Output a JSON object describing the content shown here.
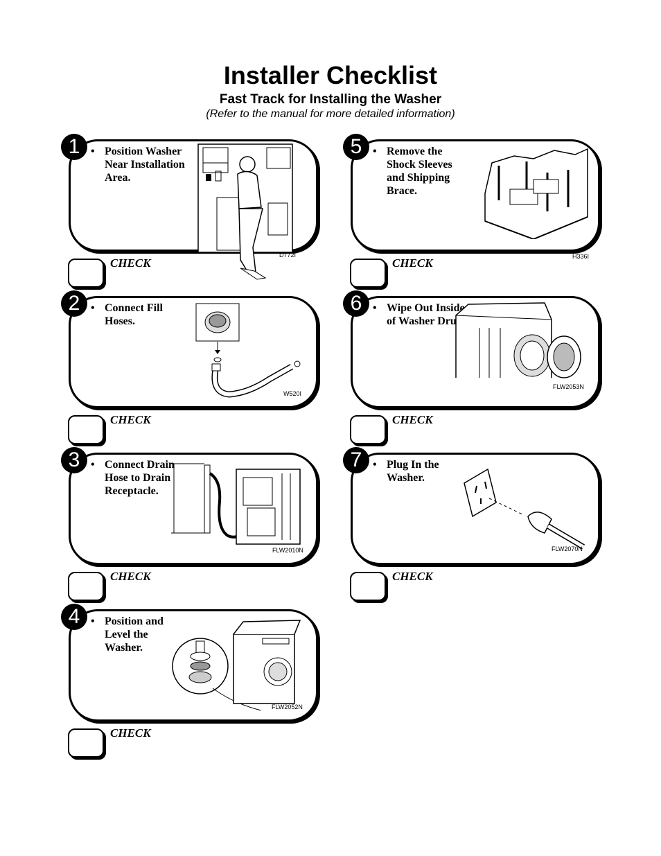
{
  "header": {
    "title": "Installer Checklist",
    "subtitle": "Fast Track for Installing the Washer",
    "note": "(Refer to the manual for more detailed information)"
  },
  "bullet_symbol": "•",
  "check_label": "CHECK",
  "steps": [
    {
      "number": "1",
      "instruction": "Position Washer Near Installation Area.",
      "figure_code": "D772I"
    },
    {
      "number": "2",
      "instruction": "Connect Fill Hoses.",
      "figure_code": "W520I"
    },
    {
      "number": "3",
      "instruction": "Connect Drain Hose to Drain Receptacle.",
      "figure_code": "FLW2010N"
    },
    {
      "number": "4",
      "instruction": "Position and Level the Washer.",
      "figure_code": "FLW2052N"
    },
    {
      "number": "5",
      "instruction": "Remove the Shock Sleeves and Shipping Brace.",
      "figure_code": "H336I"
    },
    {
      "number": "6",
      "instruction": "Wipe Out Inside of Washer Drum.",
      "figure_code": "FLW2053N"
    },
    {
      "number": "7",
      "instruction": "Plug In the Washer.",
      "figure_code": "FLW2070N"
    }
  ]
}
